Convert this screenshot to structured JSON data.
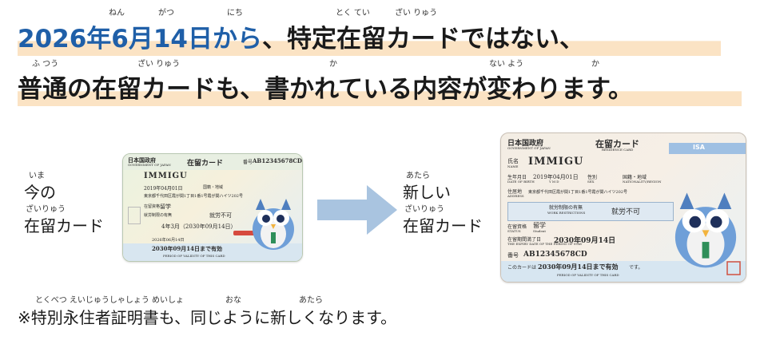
{
  "headline1": {
    "date_part": "2026年6月14日から",
    "rest": "、特定在留カードではない、",
    "ruby": {
      "nen": "ねん",
      "gatsu": "がつ",
      "nichi": "にち",
      "tokutei": "とく てい",
      "zairyuu": "ざい りゅう"
    }
  },
  "headline2": {
    "text": "普通の在留カードも、書かれている内容が変わります。",
    "ruby": {
      "futsuu": "ふ つう",
      "zairyuu": "ざい りゅう",
      "ka": "か",
      "naiyou": "ない よう",
      "ka2": "か"
    }
  },
  "old_card_label": {
    "ruby_ima": "いま",
    "line1": "今の",
    "ruby_zairyuu": "ざいりゅう",
    "line2": "在留カード"
  },
  "new_card_label": {
    "ruby_atarashii": "あたら",
    "line1": "新しい",
    "ruby_zairyuu": "ざいりゅう",
    "line2": "在留カード"
  },
  "old_card": {
    "gov": "日本国政府",
    "gov_en": "GOVERNMENT OF JAPAN",
    "title": "在留カード",
    "number_label": "番号",
    "number": "AB12345678CD",
    "name": "IMMIGU",
    "birth": "2019年04月01日",
    "sex_label": "国籍・地域",
    "address": "東京都千代田区霞が関1丁目1番1号霞が関ハイツ202号",
    "status_label": "在留資格",
    "status": "留学",
    "work_label": "就労制限の有無",
    "work": "就労不可",
    "period": "4年3月（2030年09月14日）",
    "permit_date": "2026年06月14日",
    "expiry": "2030年09月14日まで有効",
    "footer_en": "PERIOD OF VALIDITY OF THIS CARD"
  },
  "new_card": {
    "gov": "日本国政府",
    "gov_en": "GOVERNMENT OF JAPAN",
    "title": "在留カード",
    "title_en": "RESIDENCE CARD",
    "isa": "ISA",
    "name_label": "氏名",
    "name_label_en": "NAME",
    "name": "IMMIGU",
    "birth_label": "生年月日",
    "birth_label_en": "DATE OF BIRTH",
    "birth": "2019年04月01日",
    "ymd": "Y  M  D",
    "sex_label": "性別",
    "sex_label_en": "SEX",
    "nationality_label": "国籍・地域",
    "nationality_label_en": "NATIONALITY/REGION",
    "address_label": "住居地",
    "address_label_en": "ADDRESS",
    "address": "東京都千代田区霞が関1丁目1番1号霞が関ハイツ202号",
    "work_label": "就労制限の有無",
    "work_label_en": "WORK RESTRICTIONS",
    "work": "就労不可",
    "status_label": "在留資格",
    "status_label_en": "STATUS",
    "status": "留学",
    "status_en": "Student",
    "expiry_label": "在留期間満了日",
    "expiry_label_en": "THE EXPIRY DATE OF THE PERIOD OF STAY",
    "expiry": "2030年09月14日",
    "number_label": "番号",
    "number": "AB12345678CD",
    "valid_prefix": "このカードは",
    "valid": "2030年09月14日まで有効",
    "valid_suffix": "です。",
    "footer_en": "PERIOD OF VALIDITY OF THIS CARD"
  },
  "footnote": {
    "text": "※特別永住者証明書も、同じように新しくなります。",
    "ruby": {
      "tokubetsu": "とくべつ えいじゅうしゃしょう めいしょ",
      "onaji": "おな",
      "atara": "あたら"
    }
  },
  "colors": {
    "accent_blue": "#1f5fa8",
    "highlight": "#fbe3c4",
    "arrow": "#a9c4e0"
  }
}
